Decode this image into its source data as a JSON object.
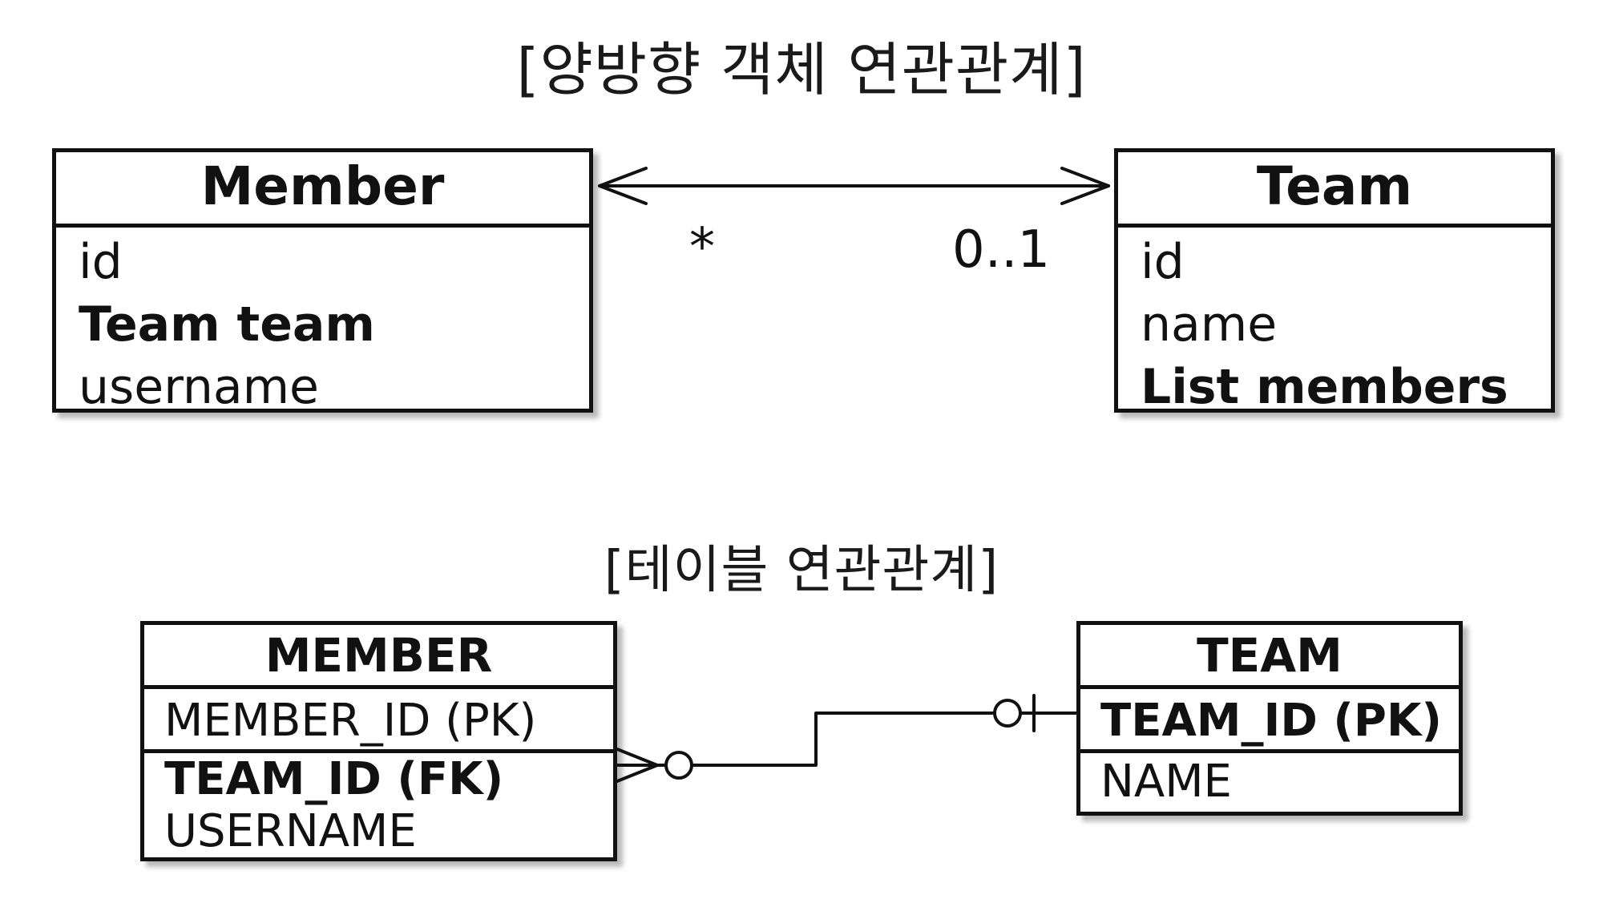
{
  "titles": {
    "object_relation": "[양방향 객체 연관관계]",
    "table_relation": "[테이블 연관관계]"
  },
  "class_diagram": {
    "member": {
      "name": "Member",
      "fields": [
        {
          "text": "id",
          "bold": false
        },
        {
          "text": "Team team",
          "bold": true
        },
        {
          "text": "username",
          "bold": false
        }
      ]
    },
    "team": {
      "name": "Team",
      "fields": [
        {
          "text": "id",
          "bold": false
        },
        {
          "text": "name",
          "bold": false
        },
        {
          "text": "List members",
          "bold": true
        }
      ]
    },
    "association": {
      "member_end_multiplicity": "*",
      "team_end_multiplicity": "0..1",
      "navigability": "bidirectional"
    }
  },
  "table_diagram": {
    "member": {
      "name": "MEMBER",
      "columns": [
        {
          "text": "MEMBER_ID (PK)",
          "bold": false
        },
        {
          "text": "TEAM_ID (FK)",
          "bold": true
        },
        {
          "text": "USERNAME",
          "bold": false
        }
      ]
    },
    "team": {
      "name": "TEAM",
      "columns": [
        {
          "text": "TEAM_ID (PK)",
          "bold": true
        },
        {
          "text": "NAME",
          "bold": false
        }
      ]
    },
    "relationship": {
      "member_end": "zero-or-many",
      "team_end": "zero-or-one"
    }
  },
  "colors": {
    "line": "#111111",
    "background": "#ffffff"
  }
}
